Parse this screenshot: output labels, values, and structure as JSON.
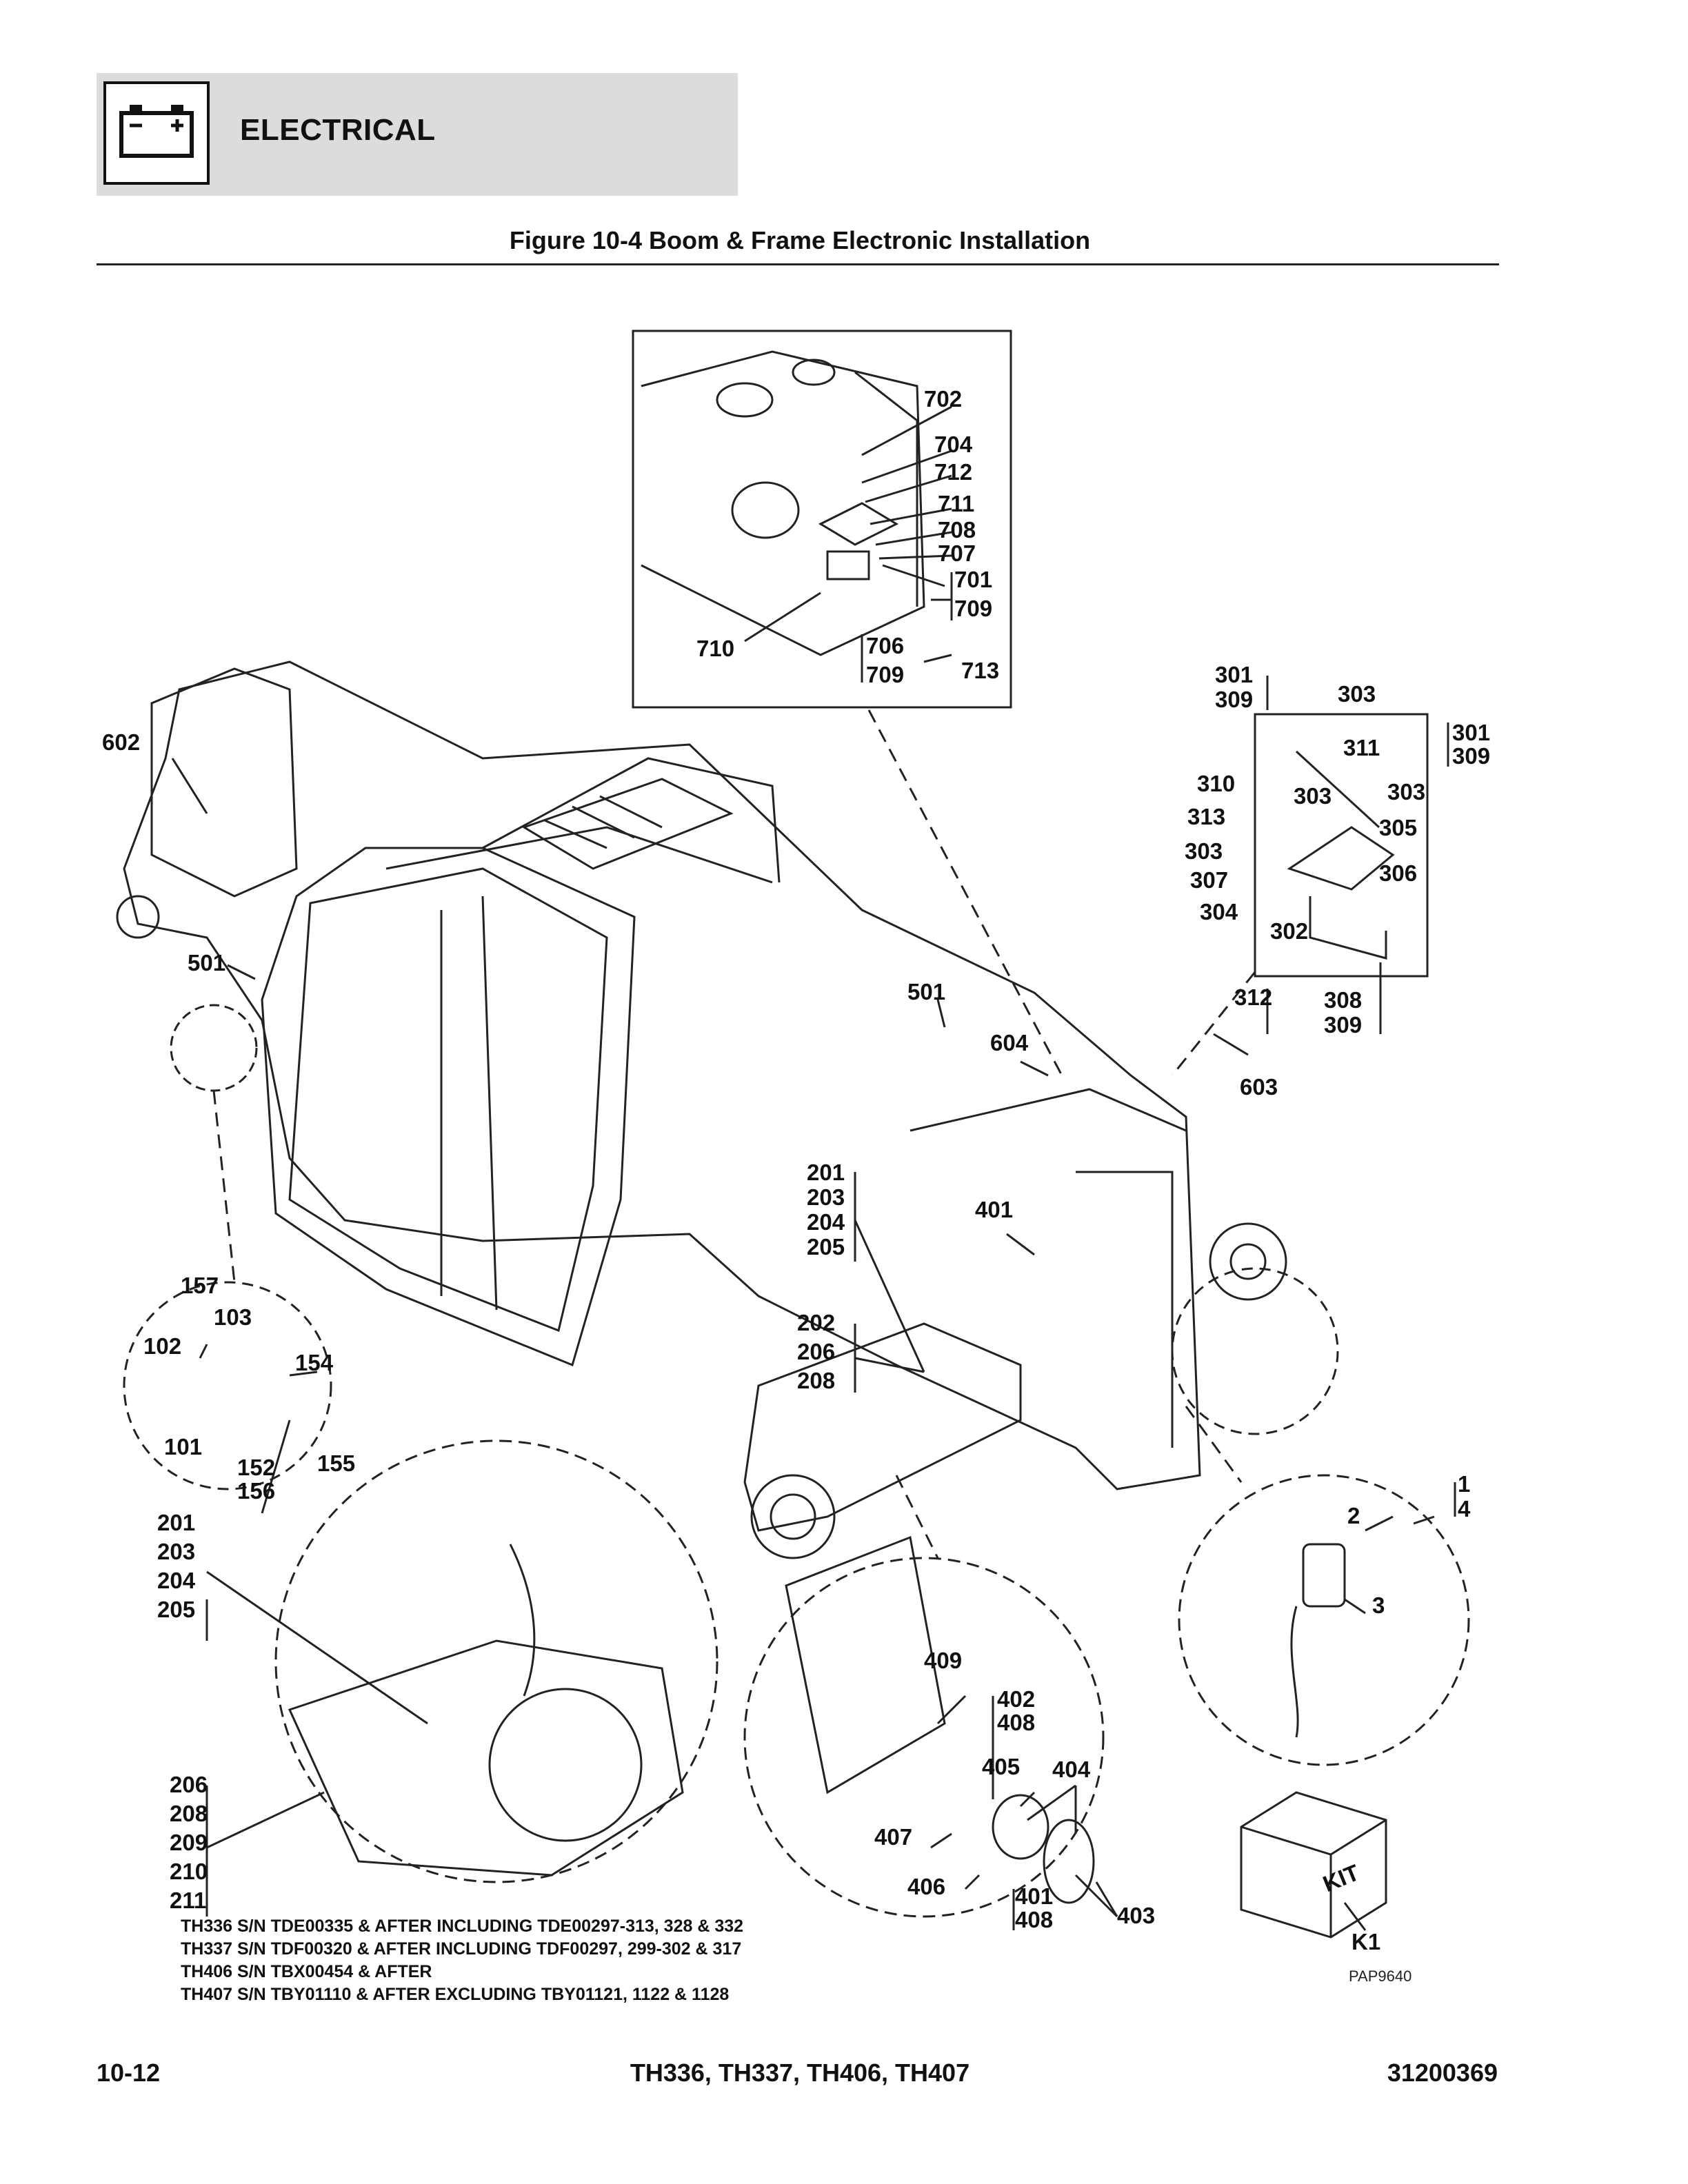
{
  "header": {
    "section": "ELECTRICAL",
    "icon": "battery-icon"
  },
  "figure_title": "Figure 10-4 Boom & Frame Electronic Installation",
  "callouts": {
    "c702": "702",
    "c704": "704",
    "c712": "712",
    "c711": "711",
    "c708": "708",
    "c707": "707",
    "c701a": "701",
    "c709a": "709",
    "c710": "710",
    "c706": "706",
    "c709b": "709",
    "c713": "713",
    "c301a": "301",
    "c309a": "309",
    "c303a": "303",
    "c301b": "301",
    "c309b": "309",
    "c311": "311",
    "c310": "310",
    "c303b": "303",
    "c303c": "303",
    "c313": "313",
    "c305": "305",
    "c303d": "303",
    "c307": "307",
    "c306": "306",
    "c304": "304",
    "c302": "302",
    "c312": "312",
    "c308": "308",
    "c309c": "309",
    "c602": "602",
    "c501a": "501",
    "c501b": "501",
    "c604": "604",
    "c603": "603",
    "c201a": "201",
    "c203a": "203",
    "c204a": "204",
    "c205a": "205",
    "c401a": "401",
    "c202": "202",
    "c206a": "206",
    "c208a": "208",
    "c157": "157",
    "c103": "103",
    "c102": "102",
    "c154": "154",
    "c101": "101",
    "c152": "152",
    "c156": "156",
    "c155": "155",
    "c201b": "201",
    "c203b": "203",
    "c204b": "204",
    "c205b": "205",
    "c206b": "206",
    "c208b": "208",
    "c209": "209",
    "c210": "210",
    "c211": "211",
    "c409": "409",
    "c402": "402",
    "c408a": "408",
    "c405": "405",
    "c404": "404",
    "c407": "407",
    "c406": "406",
    "c401b": "401",
    "c408b": "408",
    "c403": "403",
    "c1": "1",
    "c4": "4",
    "c2": "2",
    "c3": "3",
    "cK1": "K1",
    "kit": "KIT"
  },
  "notes": [
    "TH336 S/N TDE00335 & AFTER INCLUDING TDE00297-313, 328 & 332",
    "TH337 S/N TDF00320 & AFTER INCLUDING TDF00297, 299-302 & 317",
    "TH406 S/N TBX00454 & AFTER",
    "TH407 S/N TBY01110 & AFTER EXCLUDING TBY01121, 1122 & 1128"
  ],
  "art_number": "PAP9640",
  "footer": {
    "page": "10-12",
    "models": "TH336, TH337, TH406, TH407",
    "doc_number": "31200369"
  }
}
